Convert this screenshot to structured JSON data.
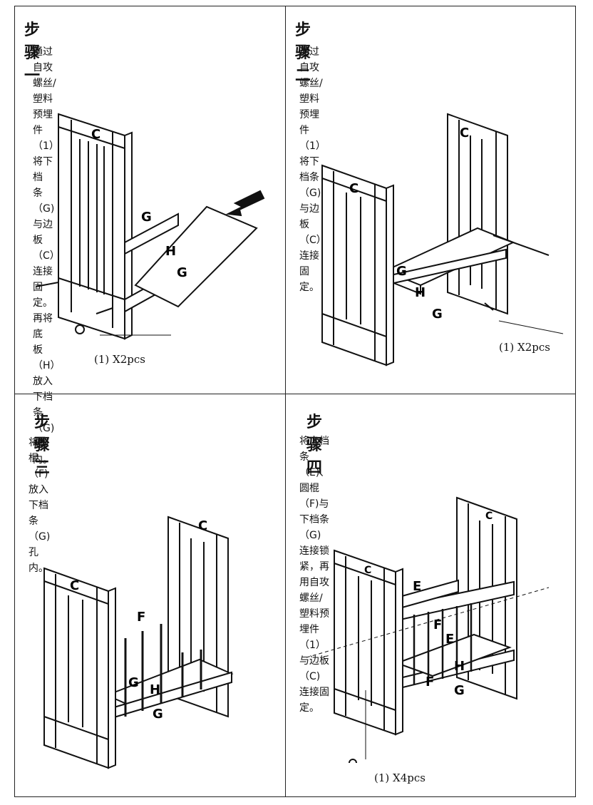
{
  "steps": [
    {
      "title": "步骤一",
      "text": "通过自攻螺丝/塑料预埋件（1）将下档\n条（G)与边板（C） 连接固定。再将底\n板（H）放入下档条（G)槽内。",
      "labels": {
        "c": "C",
        "g1": "G",
        "h": "H",
        "g2": "G"
      },
      "caption": "(1) X2pcs"
    },
    {
      "title": "步骤二",
      "text": "通过自攻螺丝/塑料预埋件（1）将下\n档条（G)与边板（C） 连接固定。",
      "labels": {
        "c1": "C",
        "c2": "C",
        "g1": "G",
        "h": "H",
        "g2": "G"
      },
      "caption": "(1) X2pcs"
    },
    {
      "title": "步骤三",
      "text": "将圆棍（F)放入下档条（G)孔内。",
      "labels": {
        "c1": "C",
        "c2": "C",
        "f": "F",
        "g": "G",
        "h": "H",
        "g2": "G"
      },
      "caption": ""
    },
    {
      "title": "步骤四",
      "text": "将上档条（E)、圆棍（F)与下档条（G)连接锁\n紧，再用自攻螺丝/塑料预埋件（1）与边板\n（C)连接固定。",
      "labels": {
        "c1": "C",
        "c2": "C",
        "e": "E",
        "f1": "F",
        "e2": "E",
        "h": "H",
        "f2": "F",
        "g": "G"
      },
      "caption": "(1) X4pcs"
    }
  ]
}
